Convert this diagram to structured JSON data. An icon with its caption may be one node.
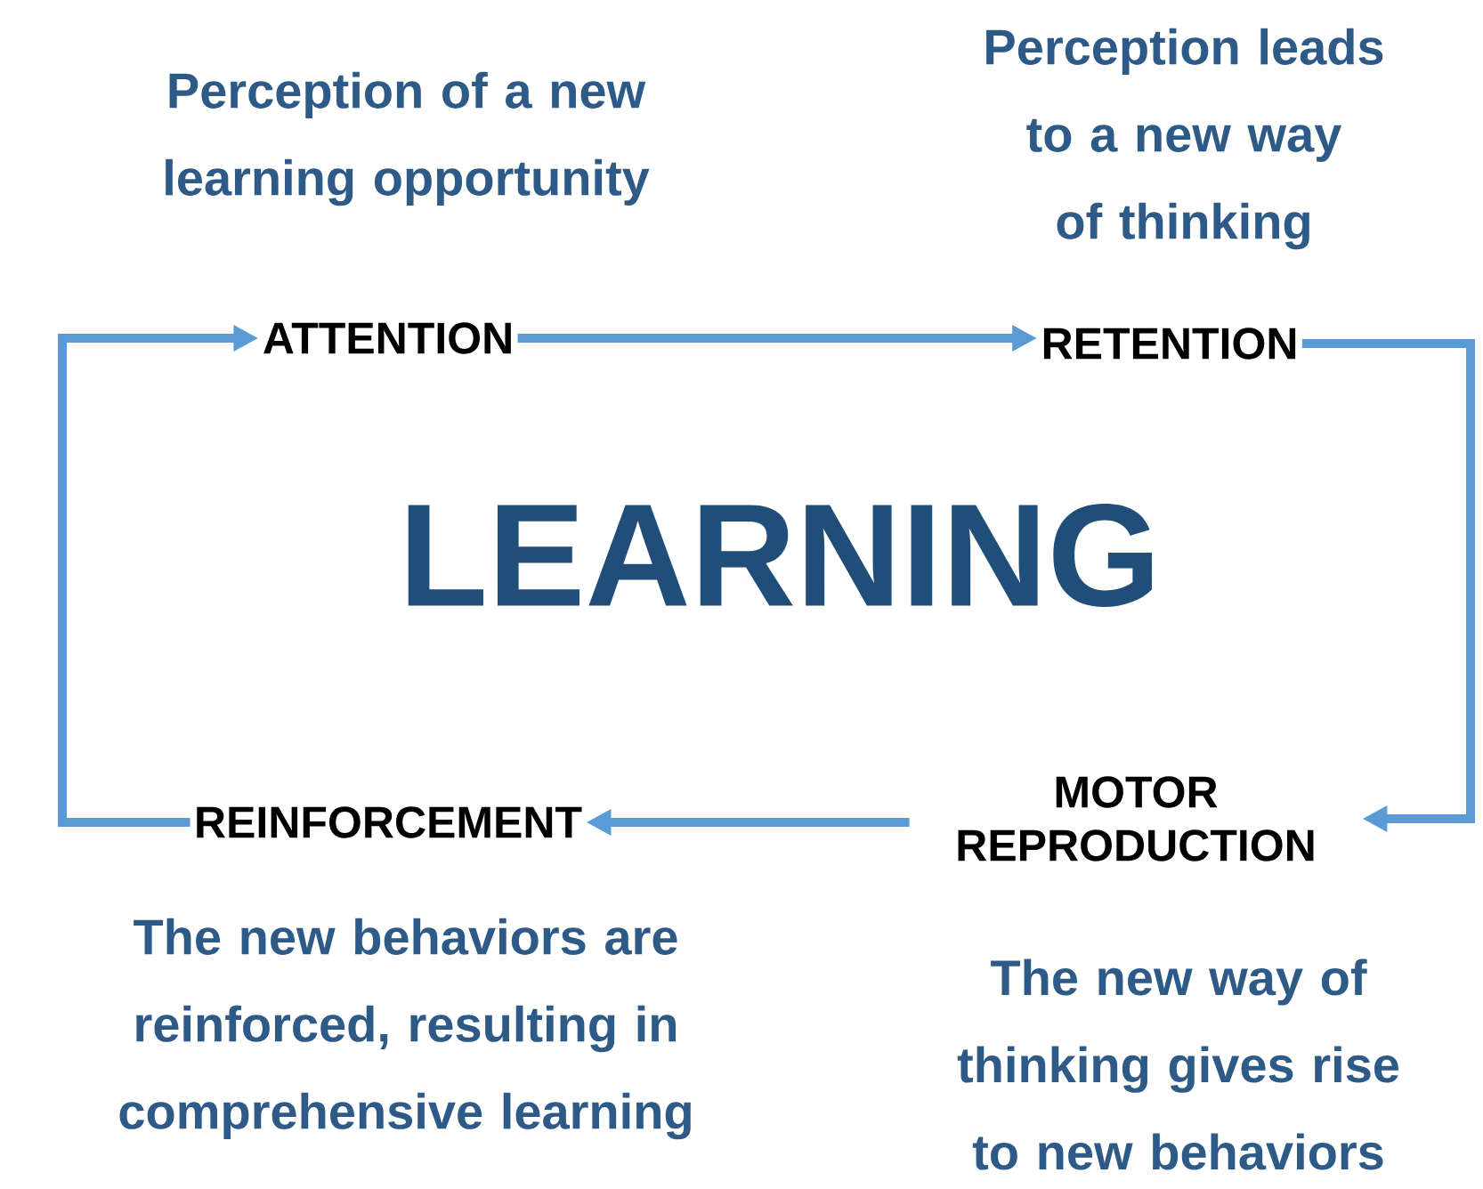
{
  "diagram": {
    "title": "LEARNING",
    "nodes": [
      {
        "text": [
          "ATTENTION"
        ],
        "beside": [
          "Perception of a new learning opportunity"
        ]
      },
      {
        "text": [
          "RETENTION"
        ],
        "beside": [
          "Perception leads to a new way of thinking"
        ]
      },
      {
        "text": [
          "MOTOR REPRODUCTION"
        ],
        "beside": [
          "The new way of thinking gives rise to new behaviors"
        ]
      },
      {
        "text": [
          "REINFORCEMENT"
        ],
        "beside": [
          "The new behaviors are reinforced, resulting in comprehensive learning"
        ]
      }
    ],
    "edges": [
      {
        "from": 0,
        "to": 1,
        "arrow": "to"
      },
      {
        "from": 1,
        "to": 2,
        "arrow": "to"
      },
      {
        "from": 2,
        "to": 3,
        "arrow": "to"
      },
      {
        "from": 3,
        "to": 0,
        "arrow": "to"
      }
    ]
  }
}
